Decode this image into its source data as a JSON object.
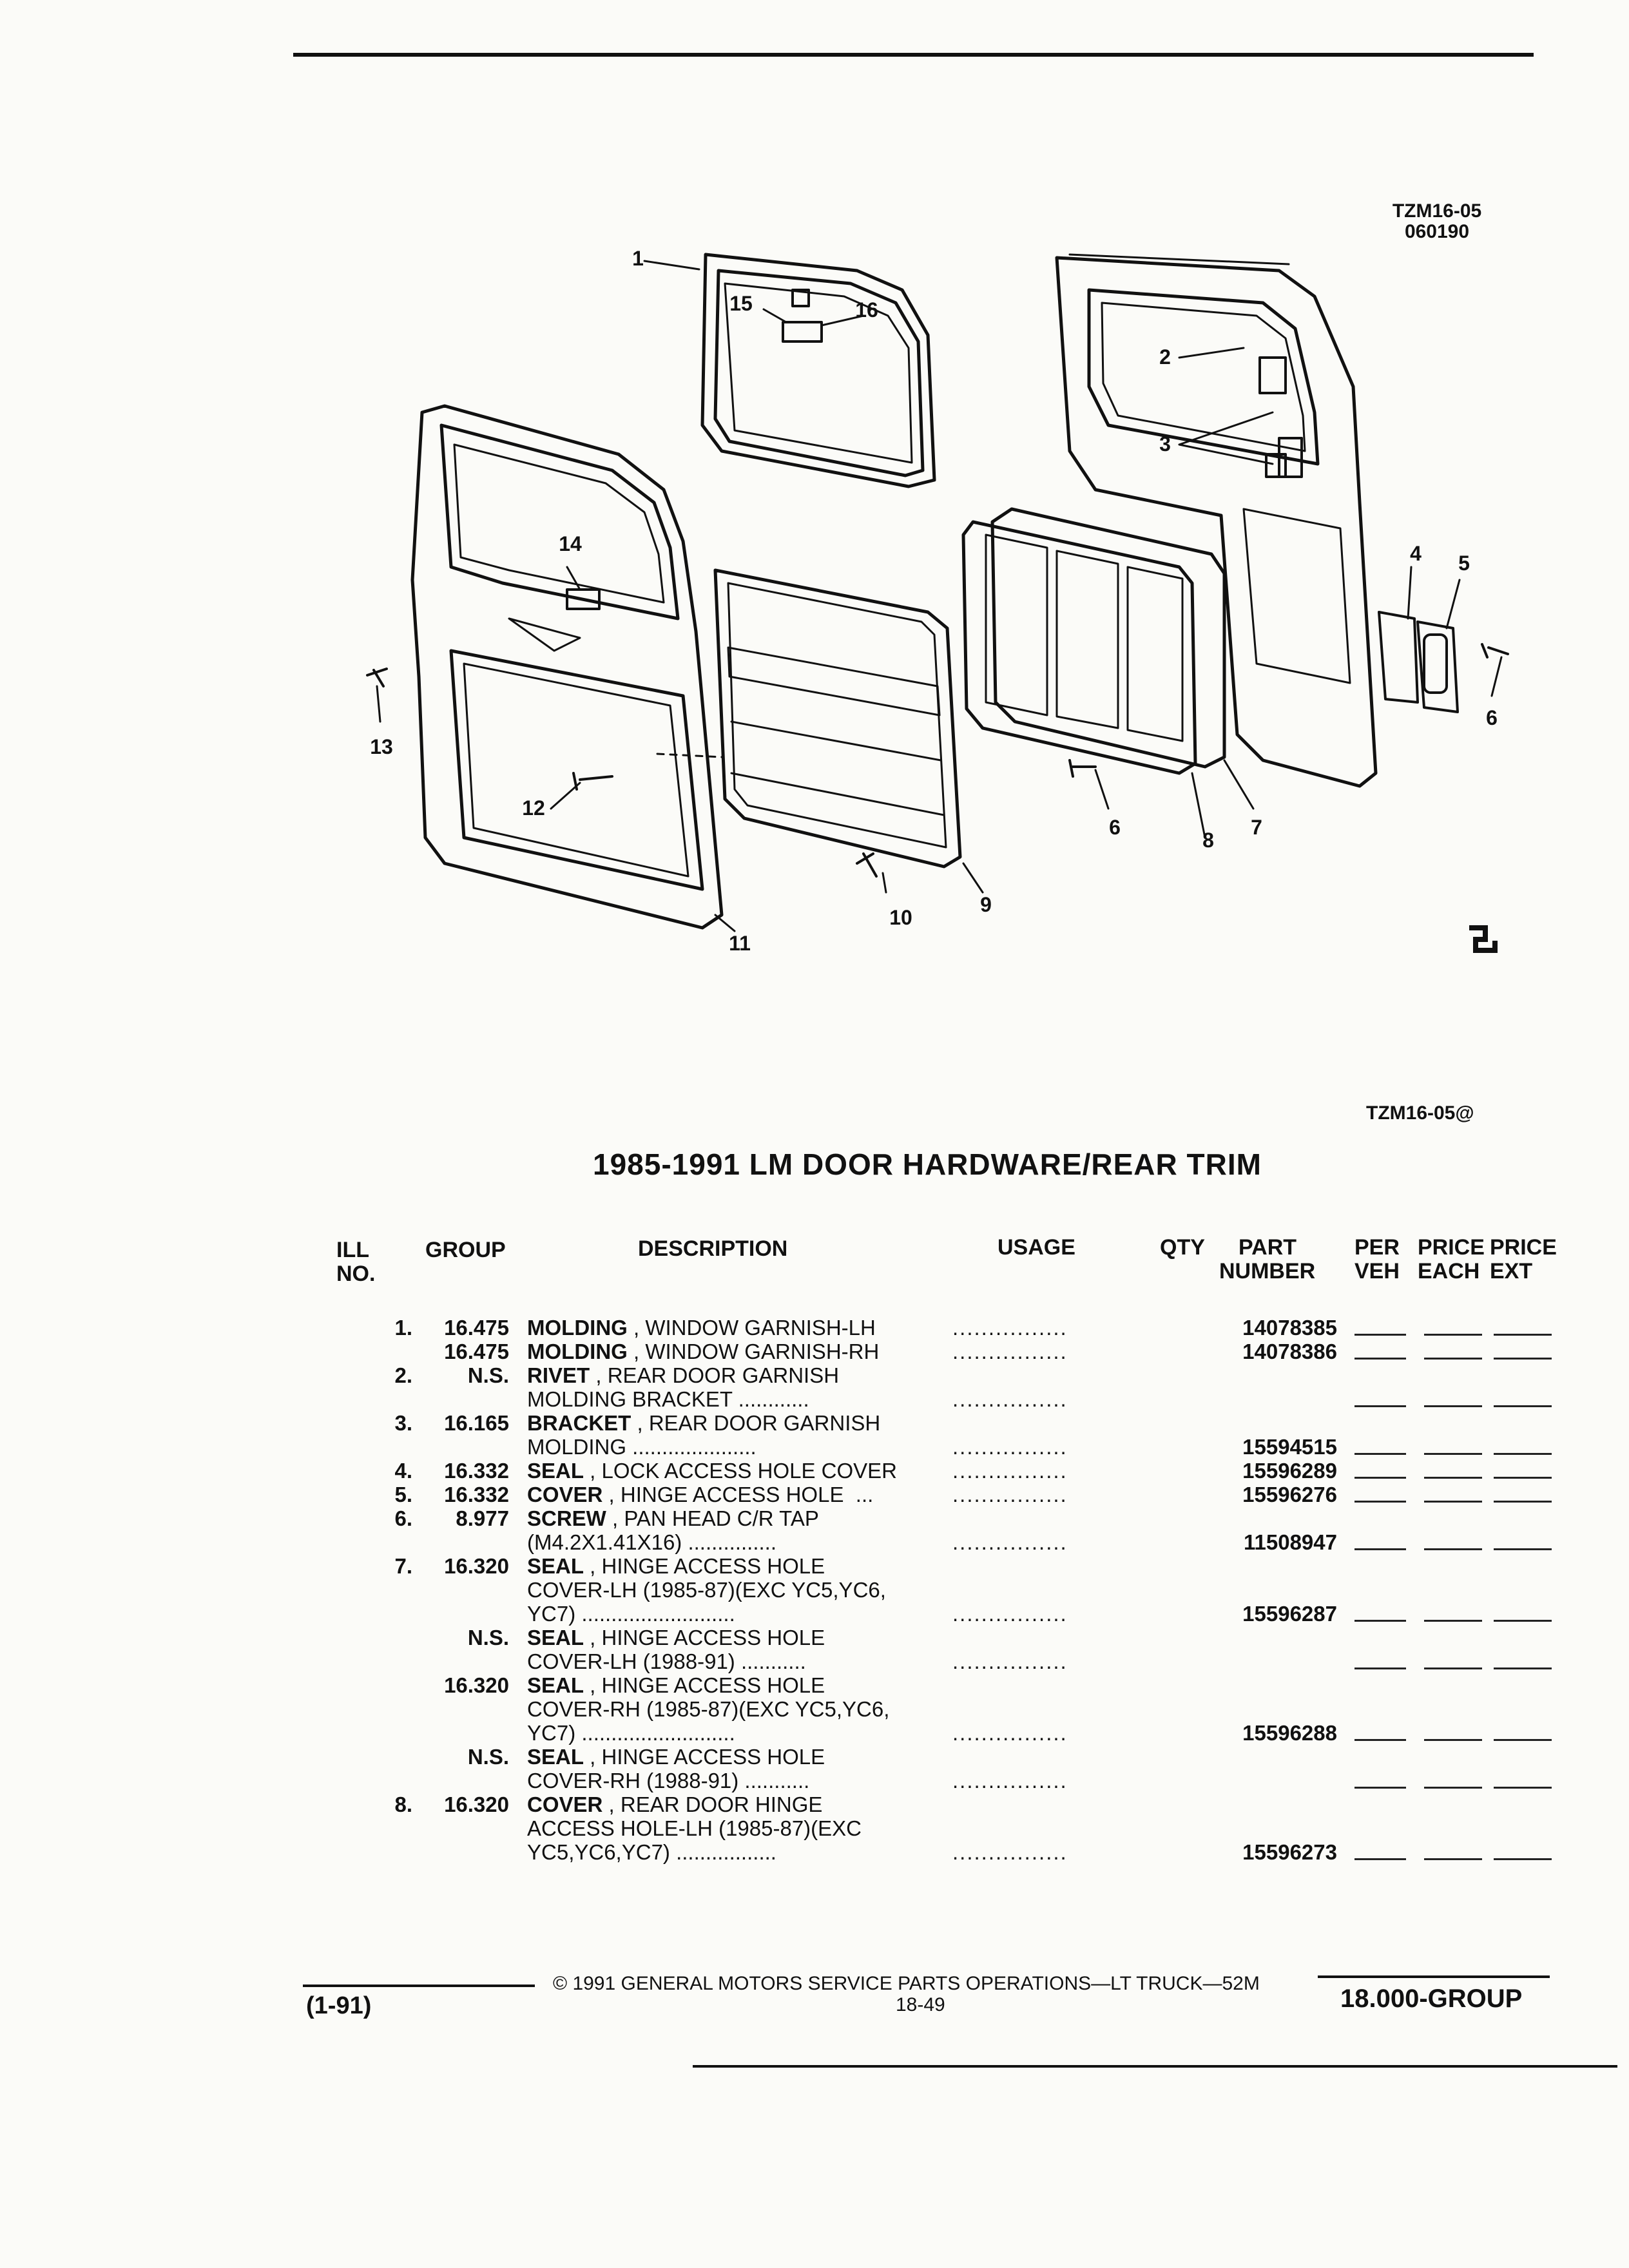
{
  "header": {
    "code": "TZM16-05",
    "date": "060190"
  },
  "figure": {
    "callouts": [
      "1",
      "2",
      "3",
      "4",
      "5",
      "6",
      "7",
      "8",
      "9",
      "10",
      "11",
      "12",
      "13",
      "14",
      "15",
      "16"
    ],
    "ref": "TZM16-05@"
  },
  "title": "1985-1991 LM DOOR HARDWARE/REAR TRIM",
  "table": {
    "headers": {
      "ill": "ILL",
      "ill2": "NO.",
      "group": "GROUP",
      "description": "DESCRIPTION",
      "usage": "USAGE",
      "qty": "QTY",
      "part": "PART",
      "part2": "NUMBER",
      "per": "PER",
      "per2": "VEH",
      "price": "PRICE",
      "price_b": "EACH",
      "price2": "PRICE",
      "price2_b": "EXT"
    },
    "rows": [
      {
        "ill": "1.",
        "group": "16.475",
        "name": "MOLDING",
        "rest": " , WINDOW GARNISH-LH",
        "dots": "................",
        "part": "14078385",
        "blanks": true
      },
      {
        "ill": "",
        "group": "16.475",
        "name": "MOLDING",
        "rest": " , WINDOW GARNISH-RH",
        "dots": "................",
        "part": "14078386",
        "blanks": true
      },
      {
        "ill": "2.",
        "group": "N.S.",
        "name": "RIVET",
        "rest": " , REAR DOOR GARNISH",
        "dots": "",
        "part": "",
        "blanks": false
      },
      {
        "ill": "",
        "group": "",
        "name": "",
        "rest": "MOLDING BRACKET ............",
        "dots": "................",
        "part": "",
        "blanks": true
      },
      {
        "ill": "3.",
        "group": "16.165",
        "name": "BRACKET",
        "rest": " , REAR DOOR GARNISH",
        "dots": "",
        "part": "",
        "blanks": false
      },
      {
        "ill": "",
        "group": "",
        "name": "",
        "rest": "MOLDING .....................",
        "dots": "................",
        "part": "15594515",
        "blanks": true
      },
      {
        "ill": "4.",
        "group": "16.332",
        "name": "SEAL",
        "rest": " , LOCK ACCESS HOLE COVER",
        "dots": "................",
        "part": "15596289",
        "blanks": true
      },
      {
        "ill": "5.",
        "group": "16.332",
        "name": "COVER",
        "rest": " , HINGE ACCESS HOLE  ...",
        "dots": "................",
        "part": "15596276",
        "blanks": true
      },
      {
        "ill": "6.",
        "group": "8.977",
        "name": "SCREW",
        "rest": " , PAN HEAD C/R TAP",
        "dots": "",
        "part": "",
        "blanks": false
      },
      {
        "ill": "",
        "group": "",
        "name": "",
        "rest": "(M4.2X1.41X16) ...............",
        "dots": "................",
        "part": "11508947",
        "blanks": true
      },
      {
        "ill": "7.",
        "group": "16.320",
        "name": "SEAL",
        "rest": " , HINGE ACCESS HOLE",
        "dots": "",
        "part": "",
        "blanks": false
      },
      {
        "ill": "",
        "group": "",
        "name": "",
        "rest": "COVER-LH (1985-87)(EXC YC5,YC6,",
        "dots": "",
        "part": "",
        "blanks": false
      },
      {
        "ill": "",
        "group": "",
        "name": "",
        "rest": "YC7) ..........................",
        "dots": "................",
        "part": "15596287",
        "blanks": true
      },
      {
        "ill": "",
        "group": "N.S.",
        "name": "SEAL",
        "rest": " , HINGE ACCESS HOLE",
        "dots": "",
        "part": "",
        "blanks": false
      },
      {
        "ill": "",
        "group": "",
        "name": "",
        "rest": "COVER-LH (1988-91) ...........",
        "dots": "................",
        "part": "",
        "blanks": true
      },
      {
        "ill": "",
        "group": "16.320",
        "name": "SEAL",
        "rest": " , HINGE ACCESS HOLE",
        "dots": "",
        "part": "",
        "blanks": false
      },
      {
        "ill": "",
        "group": "",
        "name": "",
        "rest": "COVER-RH (1985-87)(EXC YC5,YC6,",
        "dots": "",
        "part": "",
        "blanks": false
      },
      {
        "ill": "",
        "group": "",
        "name": "",
        "rest": "YC7) ..........................",
        "dots": "................",
        "part": "15596288",
        "blanks": true
      },
      {
        "ill": "",
        "group": "N.S.",
        "name": "SEAL",
        "rest": " , HINGE ACCESS HOLE",
        "dots": "",
        "part": "",
        "blanks": false
      },
      {
        "ill": "",
        "group": "",
        "name": "",
        "rest": "COVER-RH (1988-91) ...........",
        "dots": "................",
        "part": "",
        "blanks": true
      },
      {
        "ill": "8.",
        "group": "16.320",
        "name": "COVER",
        "rest": " , REAR DOOR HINGE",
        "dots": "",
        "part": "",
        "blanks": false
      },
      {
        "ill": "",
        "group": "",
        "name": "",
        "rest": "ACCESS HOLE-LH (1985-87)(EXC",
        "dots": "",
        "part": "",
        "blanks": false
      },
      {
        "ill": "",
        "group": "",
        "name": "",
        "rest": "YC5,YC6,YC7) .................",
        "dots": "................",
        "part": "15596273",
        "blanks": true
      }
    ]
  },
  "footer": {
    "copyright": "©  1991  GENERAL MOTORS SERVICE PARTS OPERATIONS—LT TRUCK—52M",
    "date": "(1-91)",
    "page": "18-49",
    "group": "18.000-GROUP"
  }
}
